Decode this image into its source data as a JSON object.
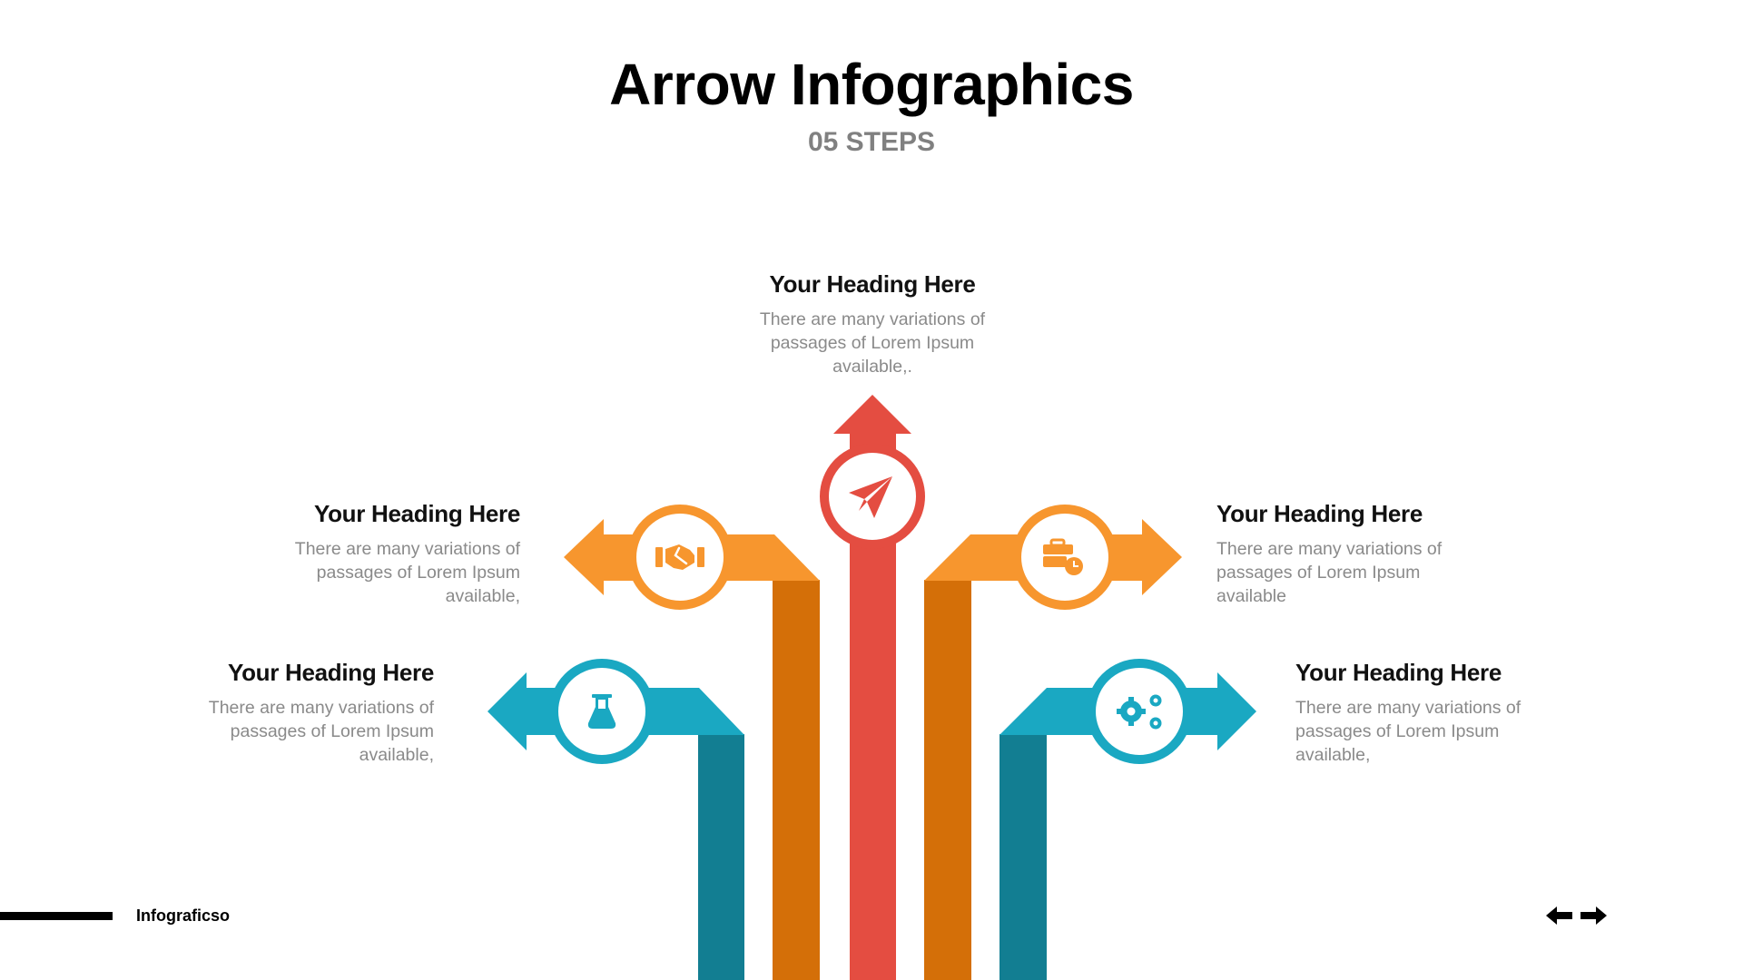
{
  "header": {
    "title": "Arrow Infographics",
    "subtitle": "05 STEPS"
  },
  "colors": {
    "red": "#E44D41",
    "orange_light": "#F7962E",
    "orange_dark": "#D46F08",
    "teal_light": "#1AA8C2",
    "teal_dark": "#127E92",
    "heading_text": "#111111",
    "body_text": "#8A8A8A"
  },
  "steps": [
    {
      "position": "top-center",
      "color": "red",
      "icon": "paper-plane-icon",
      "heading": "Your Heading Here",
      "body": "There are many variations of passages of Lorem Ipsum available,."
    },
    {
      "position": "left-upper",
      "color": "orange",
      "icon": "handshake-icon",
      "heading": "Your Heading Here",
      "body": "There are many variations of passages of Lorem Ipsum available,"
    },
    {
      "position": "right-upper",
      "color": "orange",
      "icon": "briefcase-clock-icon",
      "heading": "Your Heading Here",
      "body": "There are many variations of passages of Lorem Ipsum available"
    },
    {
      "position": "left-lower",
      "color": "teal",
      "icon": "flask-icon",
      "heading": "Your Heading Here",
      "body": "There are many variations of passages of Lorem Ipsum available,"
    },
    {
      "position": "right-lower",
      "color": "teal",
      "icon": "gears-icon",
      "heading": "Your Heading Here",
      "body": "There are many variations of passages of Lorem Ipsum available,"
    }
  ],
  "footer": {
    "brand": "Infograficso",
    "nav": [
      "previous-slide",
      "next-slide"
    ]
  }
}
